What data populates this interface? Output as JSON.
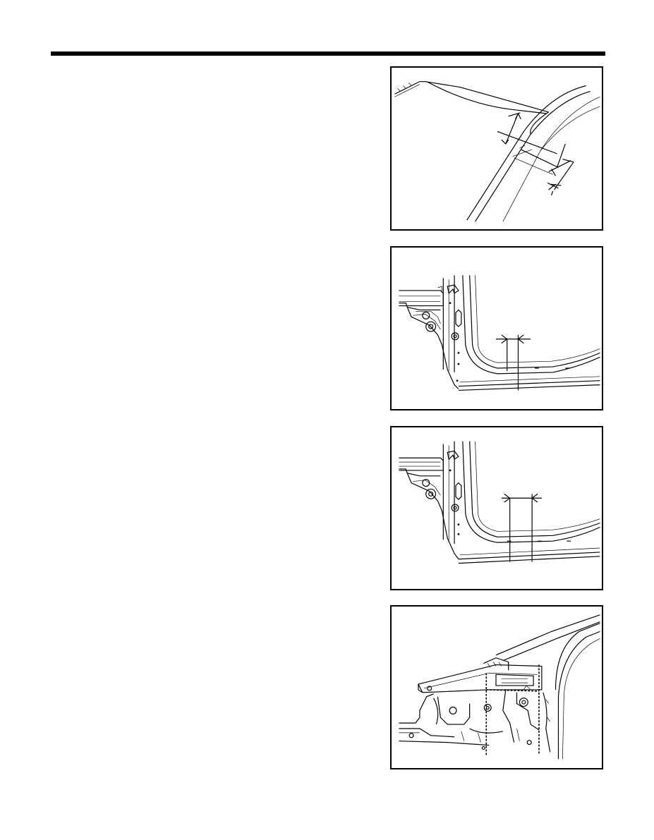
{
  "page": {
    "figures": [
      {
        "id": "roof-pillar-cut-diagram"
      },
      {
        "id": "rocker-cut-diagram-a"
      },
      {
        "id": "rocker-cut-diagram-b"
      },
      {
        "id": "front-apron-joint-diagram"
      }
    ]
  }
}
